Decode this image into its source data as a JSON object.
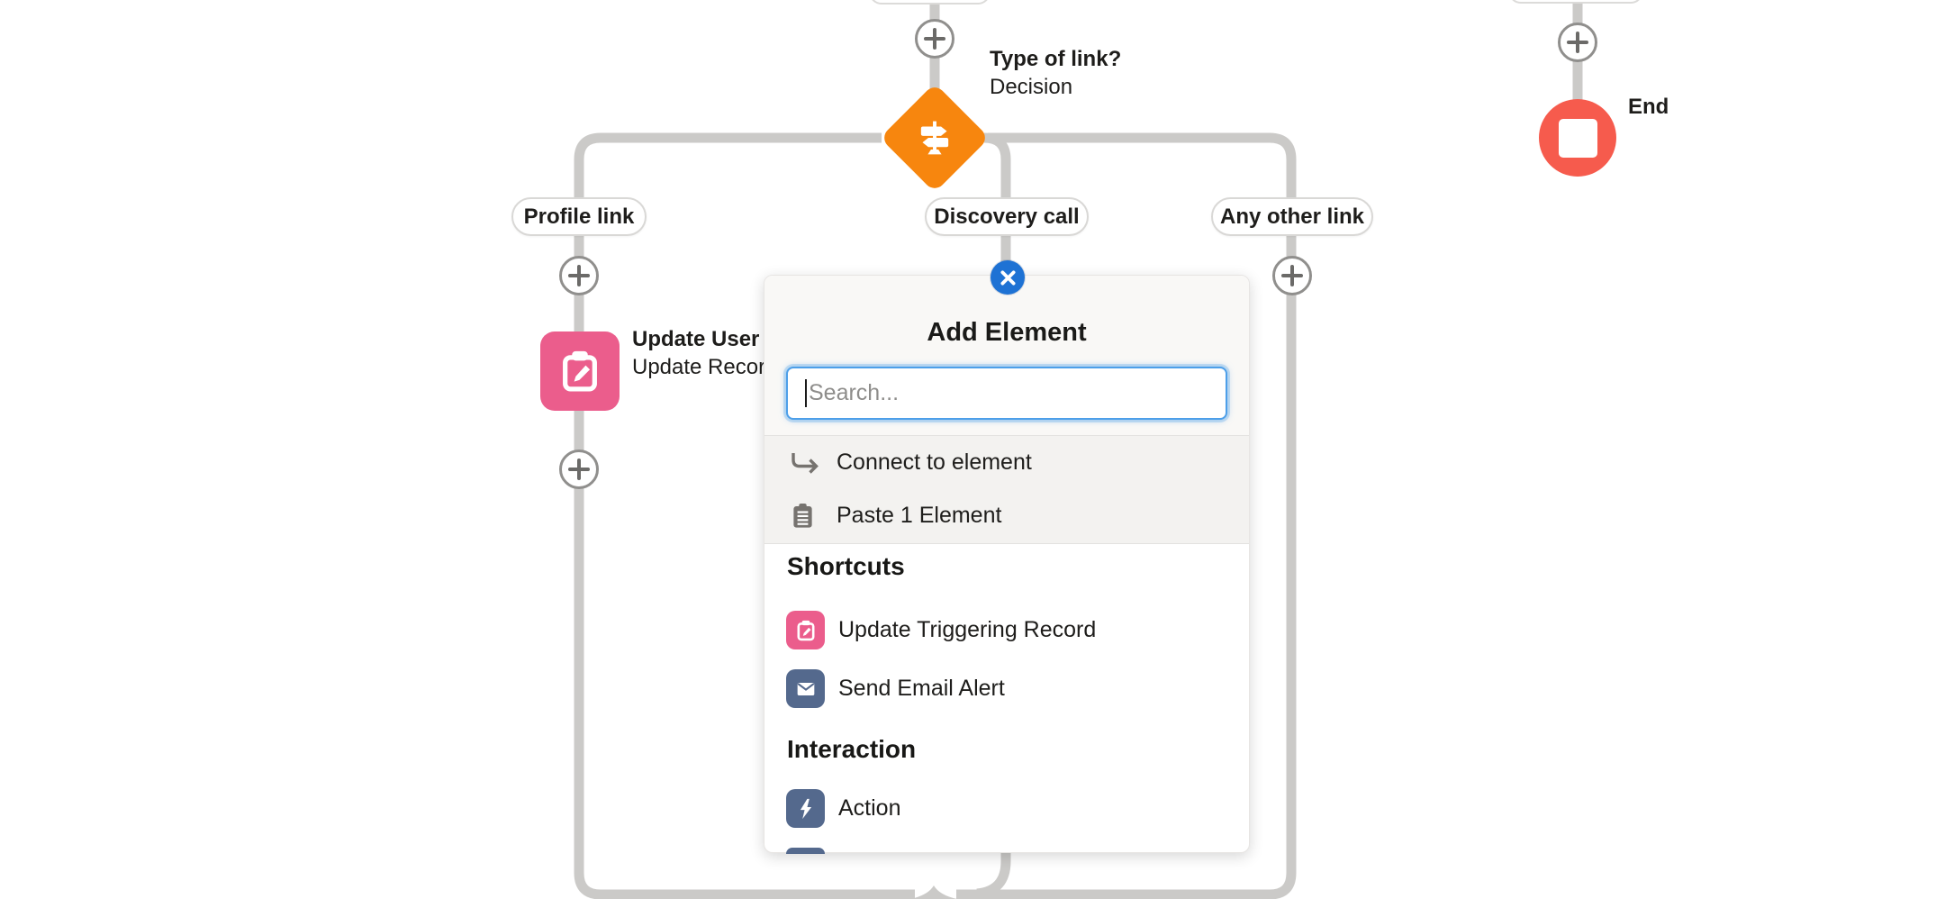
{
  "flow": {
    "decision": {
      "title": "Type of link?",
      "subtitle": "Decision"
    },
    "branch_labels": [
      "Profile link",
      "Discovery call",
      "Any other link"
    ],
    "update_user": {
      "title": "Update User",
      "subtitle": "Update Recor"
    },
    "end": {
      "label": "End"
    }
  },
  "popup": {
    "title": "Add Element",
    "search": {
      "value": "",
      "placeholder": "Search..."
    },
    "utility_items": [
      {
        "icon": "connect-arrow-icon",
        "label": "Connect to element"
      },
      {
        "icon": "paste-icon",
        "label": "Paste 1 Element"
      }
    ],
    "sections": [
      {
        "heading": "Shortcuts",
        "items": [
          {
            "icon": "update-record-icon",
            "label": "Update Triggering Record",
            "color": "#EB5D8C"
          },
          {
            "icon": "email-icon",
            "label": "Send Email Alert",
            "color": "#54698D"
          }
        ]
      },
      {
        "heading": "Interaction",
        "items": [
          {
            "icon": "action-icon",
            "label": "Action",
            "color": "#54698D"
          }
        ]
      }
    ]
  },
  "colors": {
    "decision_orange": "#F7860E",
    "record_pink": "#EB5D8C",
    "interaction_navy": "#54698D",
    "end_red": "#F65B4D",
    "close_blue": "#1E72D4",
    "connector_gray": "#CBCAC8",
    "search_focus_blue": "#4D9FE9"
  }
}
